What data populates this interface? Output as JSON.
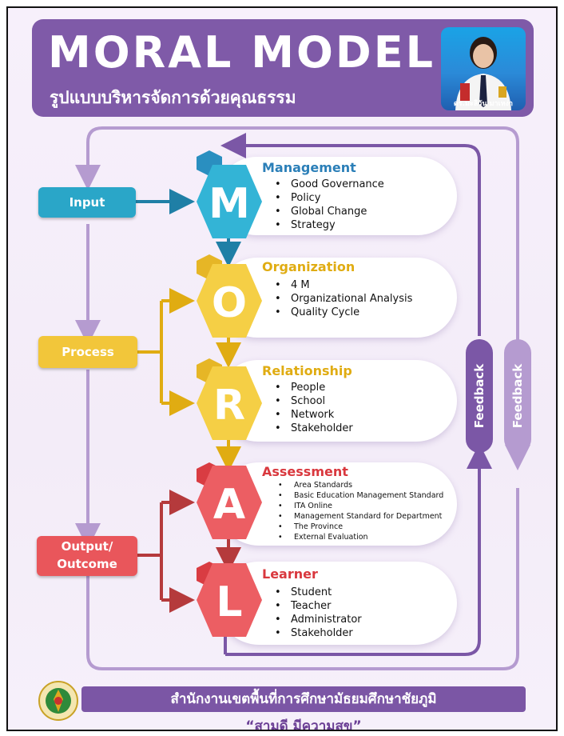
{
  "header": {
    "title": "MORAL MODEL",
    "subtitle": "รูปแบบบริหารจัดการด้วยคุณธรรม",
    "author_caption": "ดร.มะลิวัน มาเหง่า"
  },
  "flow": {
    "input_label": "Input",
    "process_label": "Process",
    "output_label_line1": "Output/",
    "output_label_line2": "Outcome",
    "feedback_inner": "Feedback",
    "feedback_outer": "Feedback"
  },
  "sections": [
    {
      "letter": "M",
      "title": "Management",
      "color": "#2aa6c8",
      "title_color": "#2b7fb8",
      "items": [
        "Good Governance",
        "Policy",
        "Global Change",
        "Strategy"
      ]
    },
    {
      "letter": "O",
      "title": "Organization",
      "color": "#f2c63a",
      "title_color": "#e0ac12",
      "items": [
        "4 M",
        "Organizational Analysis",
        "Quality Cycle"
      ]
    },
    {
      "letter": "R",
      "title": "Relationship",
      "color": "#f2c63a",
      "title_color": "#e0ac12",
      "items": [
        "People",
        "School",
        "Network",
        "Stakeholder"
      ]
    },
    {
      "letter": "A",
      "title": "Assessment",
      "color": "#ea5a5f",
      "title_color": "#d9383e",
      "items": [
        "Area Standards",
        "Basic Education Management Standard",
        "ITA Online",
        "Management Standard for Department",
        "The Province",
        "External Evaluation"
      ]
    },
    {
      "letter": "L",
      "title": "Learner",
      "color": "#ea5a5f",
      "title_color": "#d9383e",
      "items": [
        "Student",
        "Teacher",
        "Administrator",
        "Stakeholder"
      ]
    }
  ],
  "colors": {
    "header_purple": "#7f5aa8",
    "input_blue": "#2aa6c8",
    "process_yellow": "#f2c63a",
    "output_red": "#e9565b",
    "feedback_dark": "#7b57a6",
    "feedback_light": "#b59bd0"
  },
  "footer": {
    "office_name": "สำนักงานเขตพื้นที่การศึกษามัธยมศึกษาชัยภูมิ",
    "slogan": "“สามดี มีความสุข”"
  }
}
